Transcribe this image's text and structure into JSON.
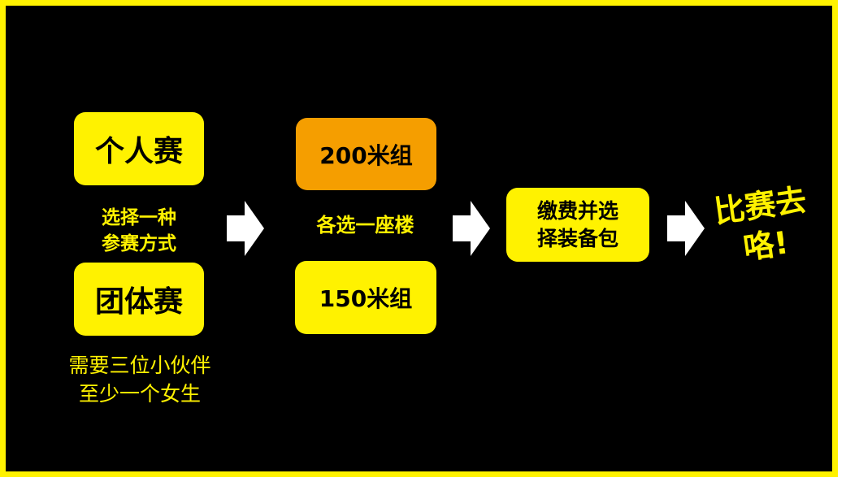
{
  "colors": {
    "background": "#000000",
    "frame": "#FFF200",
    "box_yellow": "#FFF200",
    "box_orange": "#F59E00",
    "arrow": "#FFFFFF",
    "text_dark": "#000000",
    "text_yellow": "#FFF200"
  },
  "step1": {
    "individual": "个人赛",
    "choose_line1": "选择一种",
    "choose_line2": "参赛方式",
    "team": "团体赛",
    "team_note_line1": "需要三位小伙伴",
    "team_note_line2": "至少一个女生"
  },
  "step2": {
    "group_200": "200米组",
    "choose_building": "各选一座楼",
    "group_150": "150米组"
  },
  "step3": {
    "pay_line1": "缴费并选",
    "pay_line2": "择装备包"
  },
  "step4": {
    "go_line1": "比赛去",
    "go_line2": "咯!"
  },
  "icons": [
    "arrow-right-icon",
    "arrow-right-icon",
    "arrow-right-icon"
  ]
}
